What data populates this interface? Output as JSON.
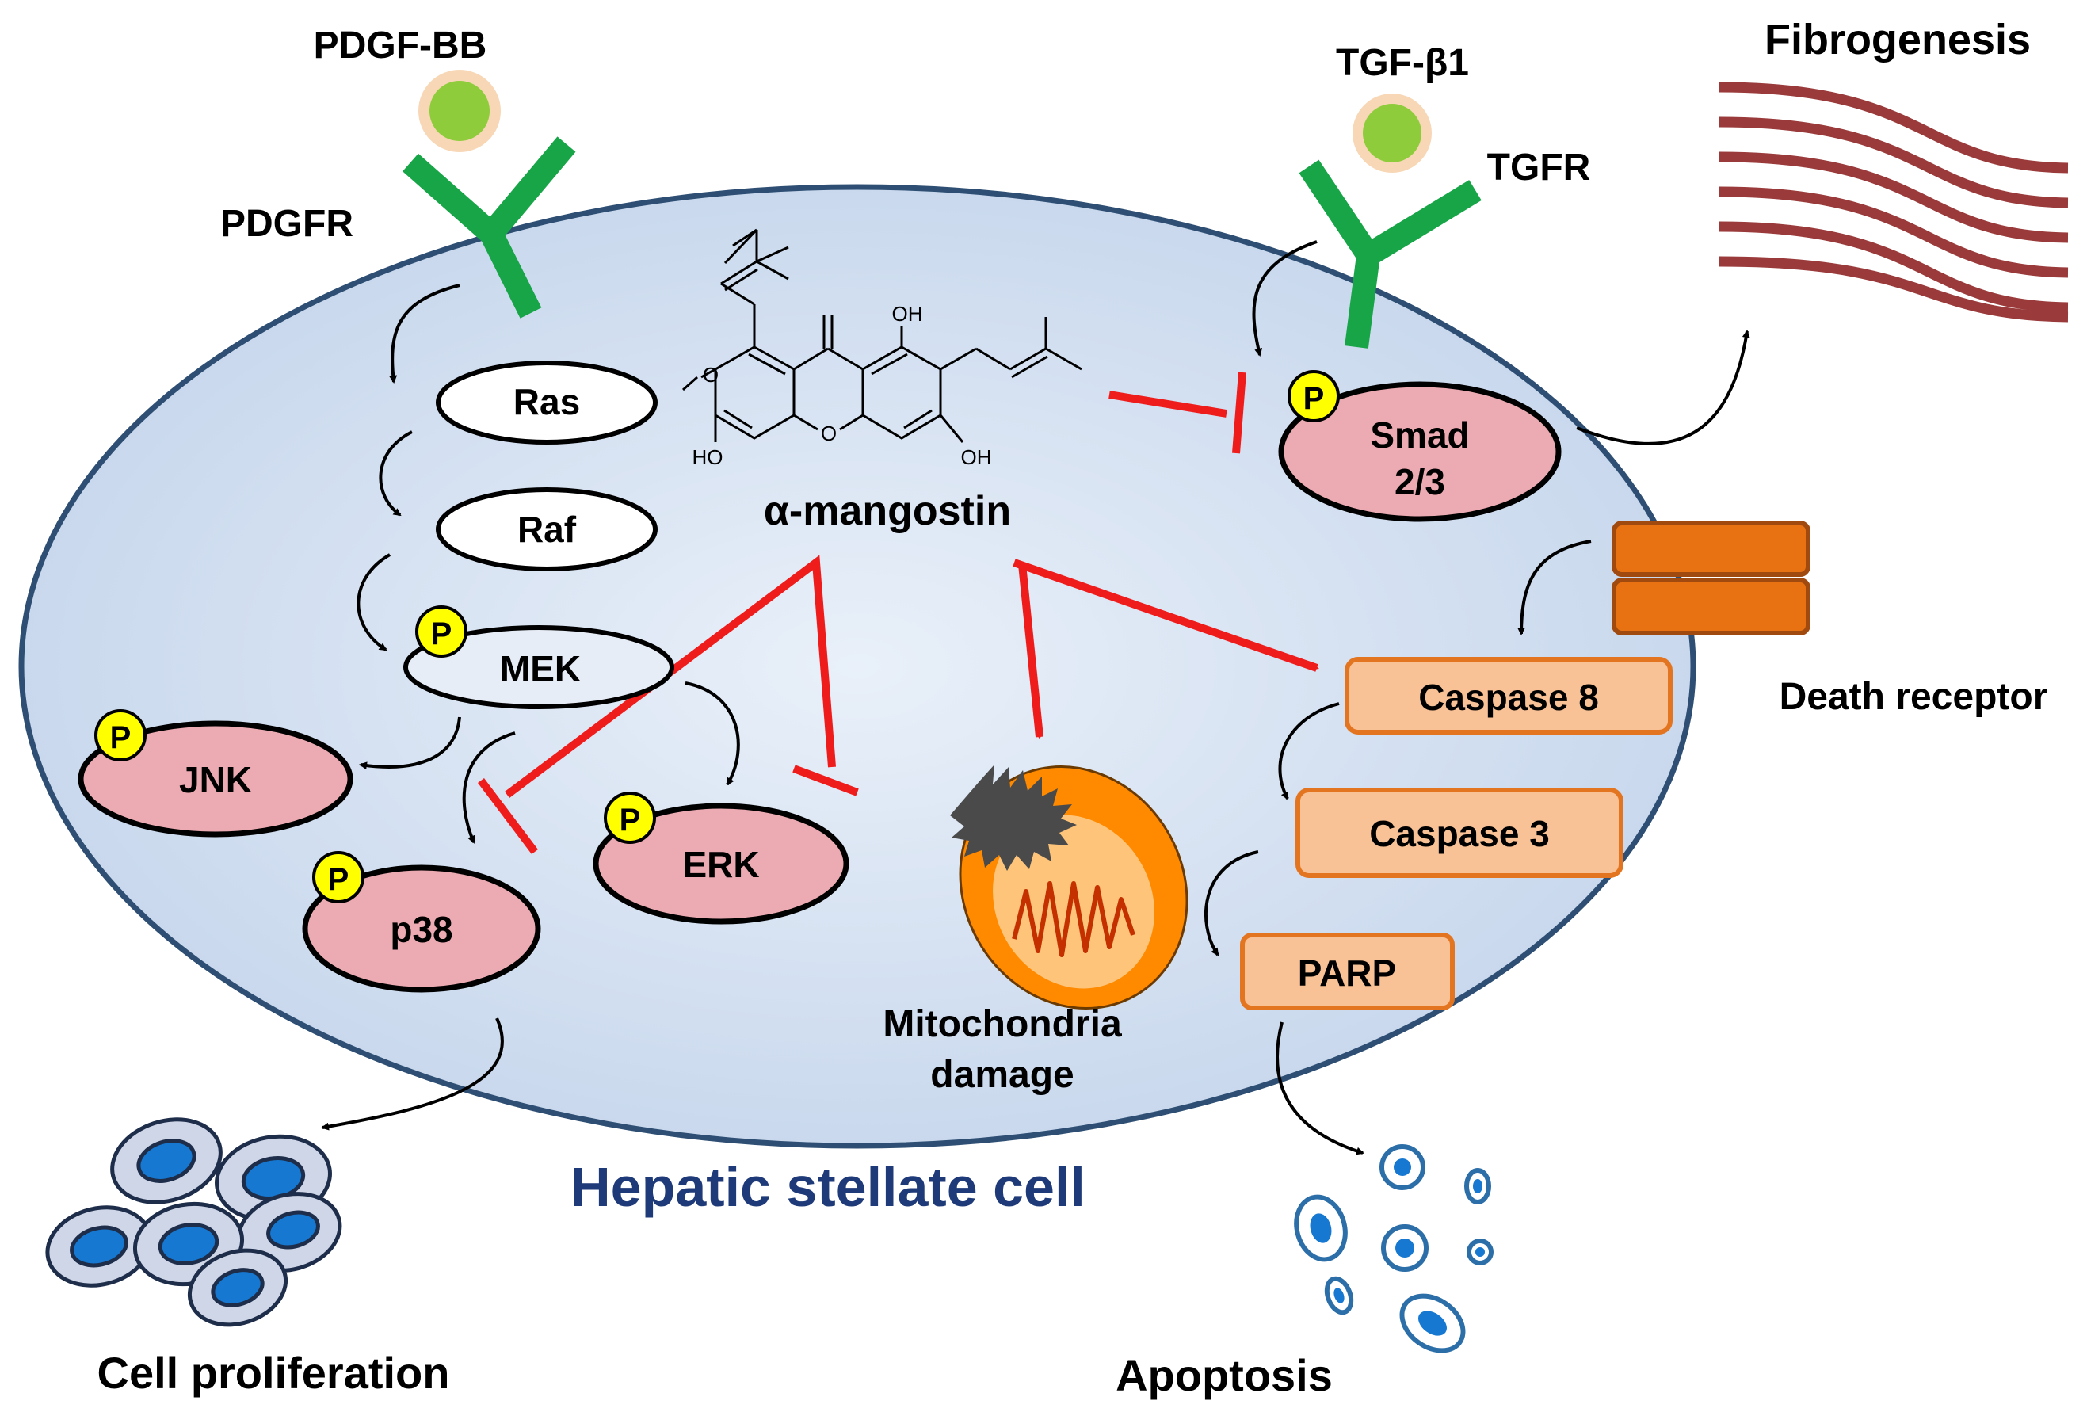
{
  "ligands": {
    "pdgf_bb": "PDGF-BB",
    "pdgfr": "PDGFR",
    "tgf_b1": "TGF-β1",
    "tgfr": "TGFR"
  },
  "outcomes": {
    "fibrogenesis": "Fibrogenesis",
    "death_receptor": "Death receptor",
    "cell_proliferation": "Cell proliferation",
    "apoptosis": "Apoptosis",
    "mitochondria_line1": "Mitochondria",
    "mitochondria_line2": "damage"
  },
  "cell_label": "Hepatic stellate cell",
  "compound": {
    "name": "α-mangostin",
    "groups": {
      "oh": "OH",
      "ho": "HO",
      "o": "O"
    }
  },
  "phospho": "P",
  "nodes": {
    "ras": "Ras",
    "raf": "Raf",
    "mek": "MEK",
    "jnk": "JNK",
    "p38": "p38",
    "erk": "ERK",
    "smad_line1": "Smad",
    "smad_line2": "2/3",
    "caspase8": "Caspase 8",
    "caspase3": "Caspase 3",
    "parp": "PARP"
  },
  "colors": {
    "cell_fill": "#cfdcee",
    "cell_border": "#2e4f73",
    "receptor": "#18a548",
    "ligand_core": "#8fcc3c",
    "ligand_halo": "#f7d7b6",
    "phospho": "#ffff00",
    "kinase_fill": "#ecaab2",
    "caspase_fill": "#f9c296",
    "caspase_border": "#e47520",
    "inhibit": "#ef1c1c",
    "fibers": "#9a3a3a",
    "title_blue": "#1f3a78",
    "cell_icon_blue": "#1678d0",
    "mitochondria": "#ff8a00"
  }
}
